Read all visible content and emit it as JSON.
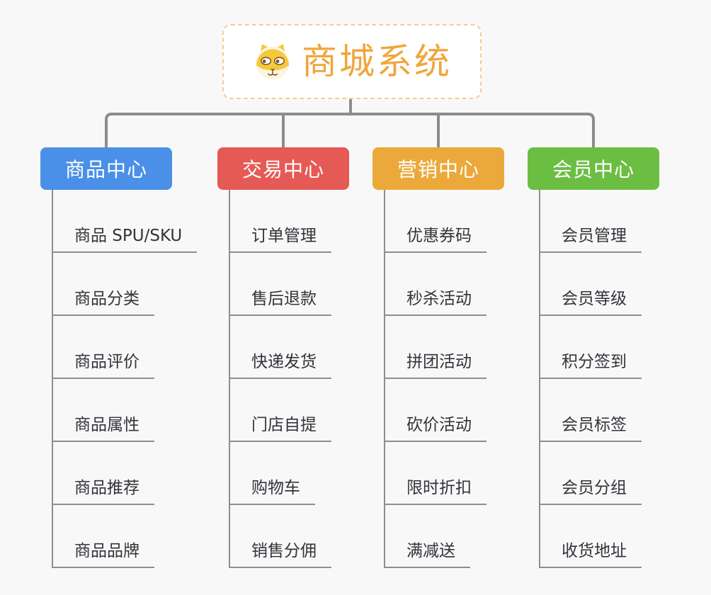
{
  "root": {
    "title": "商城系统",
    "icon": "dog-face-icon"
  },
  "branches": [
    {
      "label": "商品中心",
      "color": "#4a90e8",
      "children": [
        "商品 SPU/SKU",
        "商品分类",
        "商品评价",
        "商品属性",
        "商品推荐",
        "商品品牌"
      ]
    },
    {
      "label": "交易中心",
      "color": "#e65a55",
      "children": [
        "订单管理",
        "售后退款",
        "快递发货",
        "门店自提",
        "购物车",
        "销售分佣"
      ]
    },
    {
      "label": "营销中心",
      "color": "#eba93b",
      "children": [
        "优惠券码",
        "秒杀活动",
        "拼团活动",
        "砍价活动",
        "限时折扣",
        "满减送"
      ]
    },
    {
      "label": "会员中心",
      "color": "#6cbe43",
      "children": [
        "会员管理",
        "会员等级",
        "积分签到",
        "会员标签",
        "会员分组",
        "收货地址"
      ]
    }
  ],
  "colors": {
    "background": "#f8f8f8",
    "connector": "#8c8c8c",
    "leaf_line": "#8e8e8e",
    "root_text": "#f0a63c",
    "root_border": "#f6cd92",
    "leaf_text": "#33333a"
  }
}
